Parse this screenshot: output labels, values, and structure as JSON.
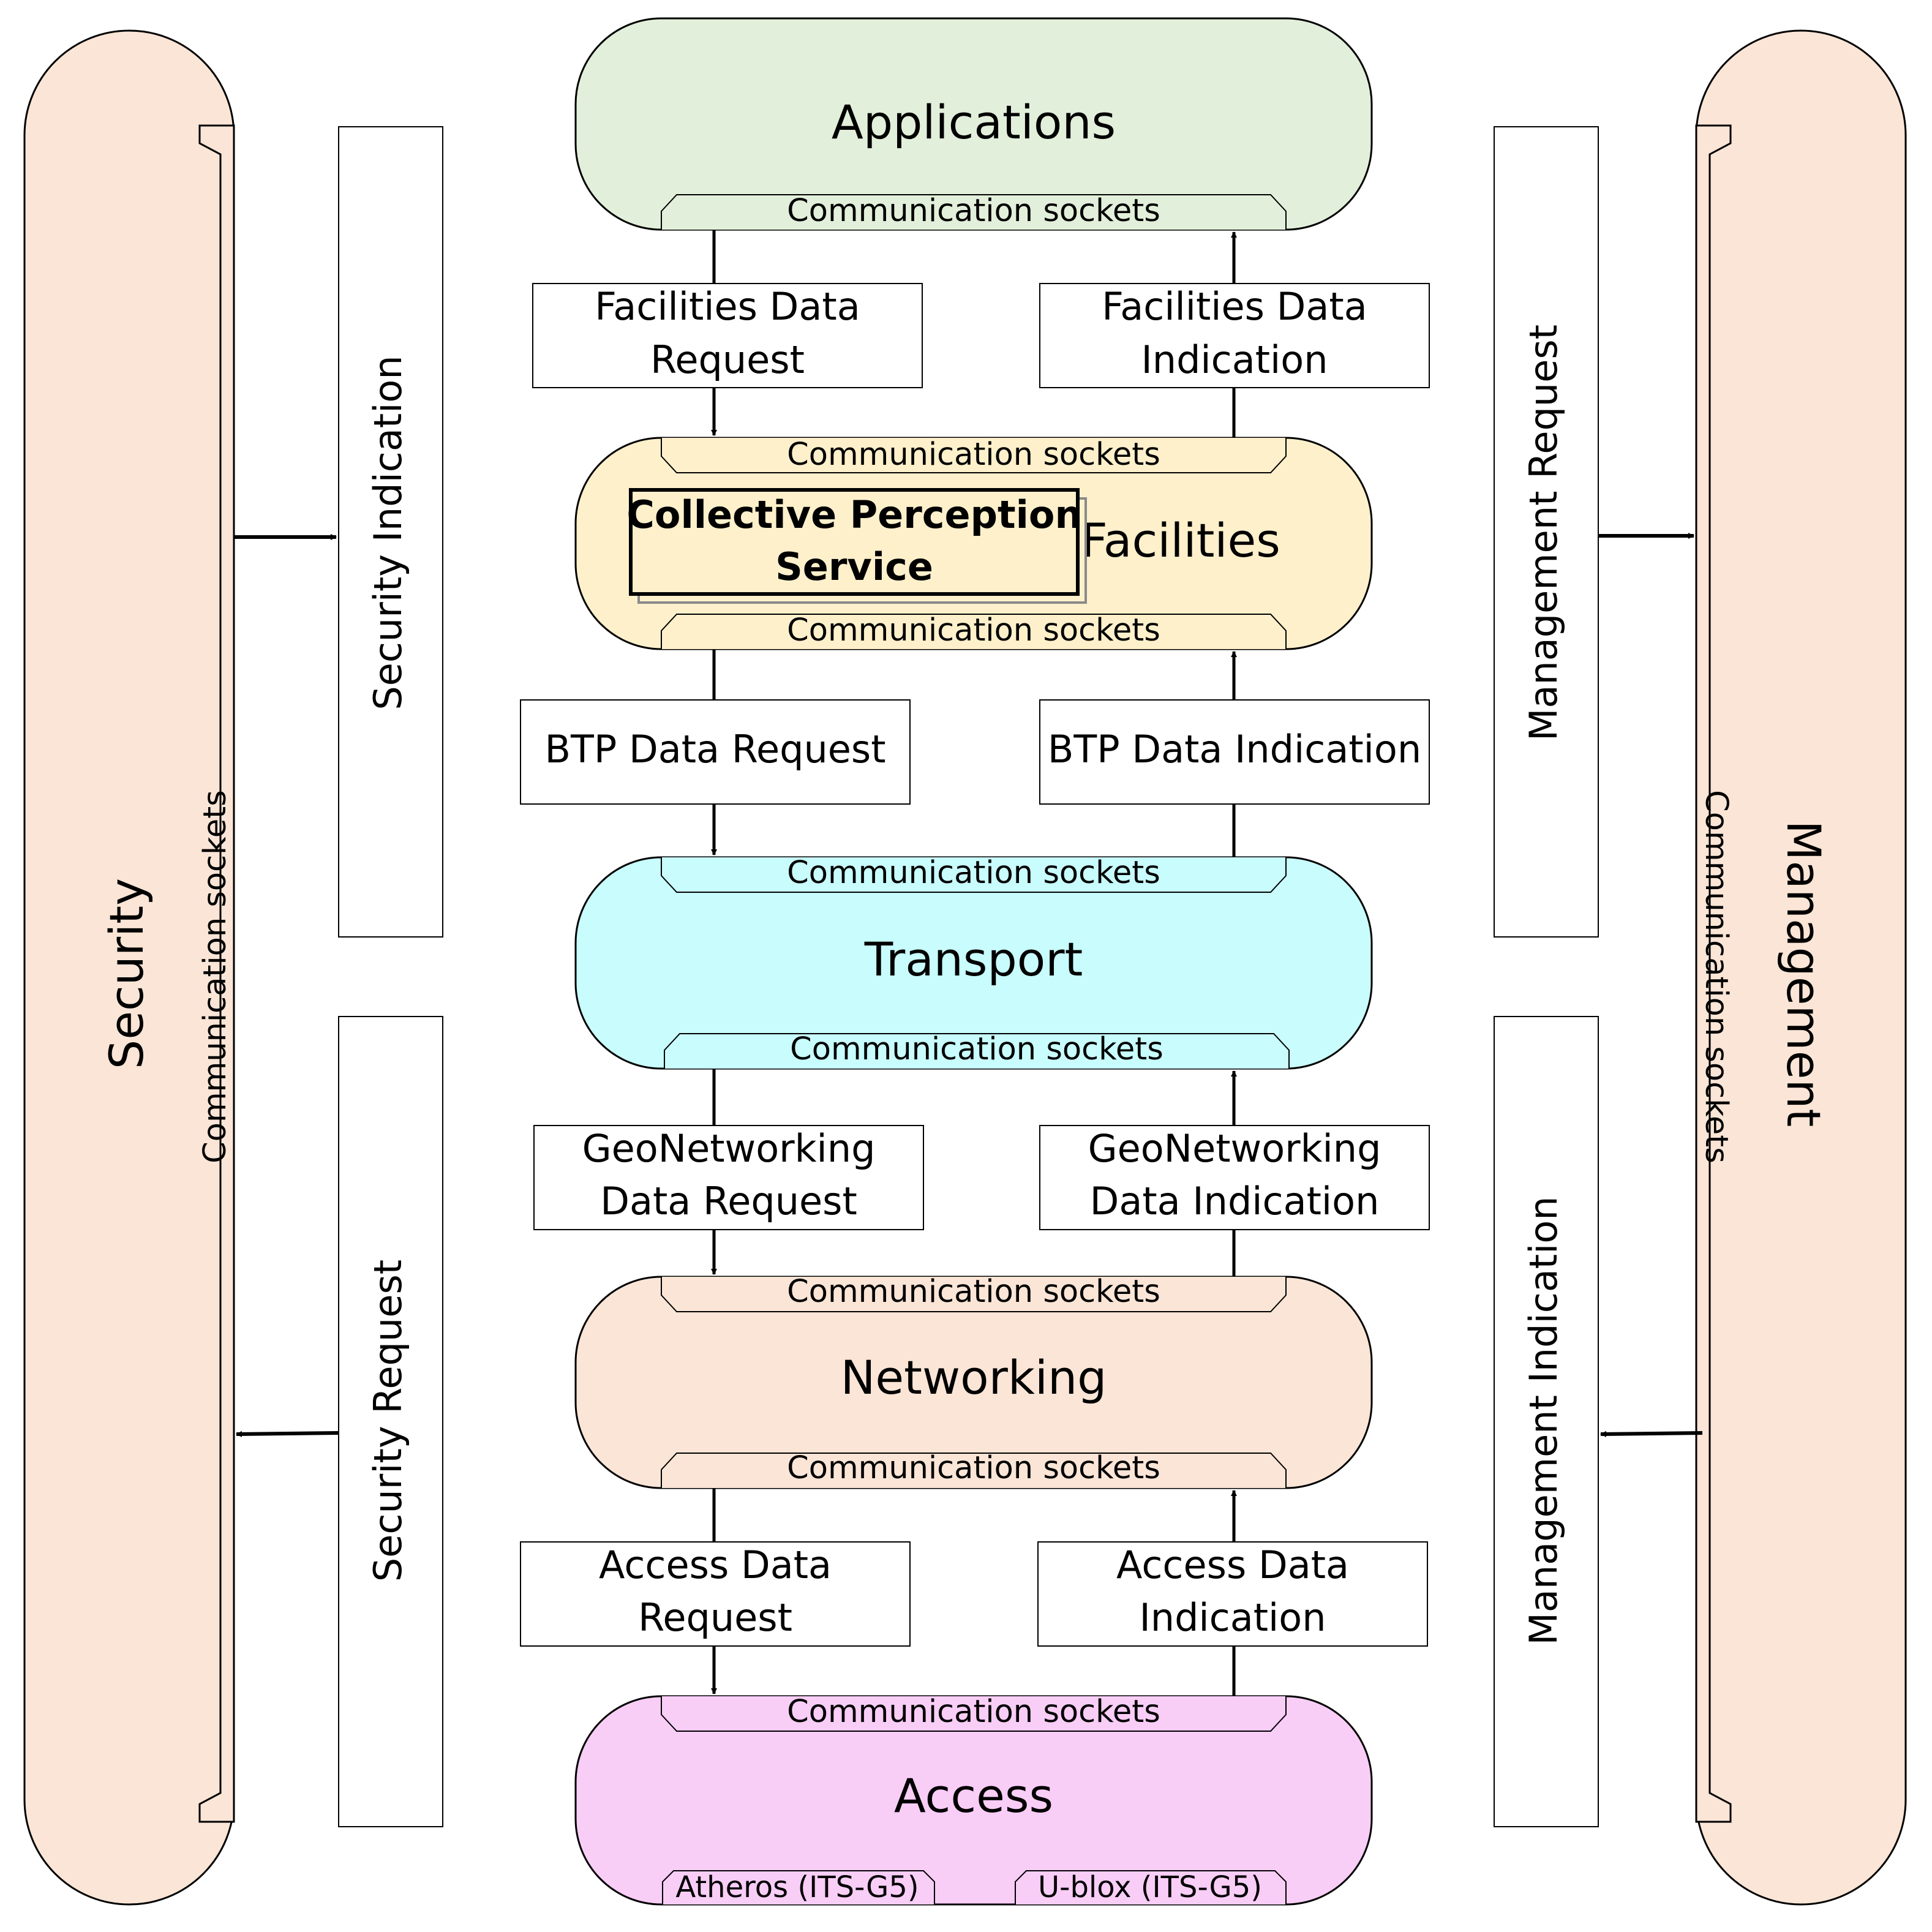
{
  "socket_label": "Communication sockets",
  "layers": {
    "applications": "Applications",
    "facilities": "Facilities",
    "transport": "Transport",
    "networking": "Networking",
    "access": "Access"
  },
  "cps": {
    "line1": "Collective Perception",
    "line2": "Service"
  },
  "flows": {
    "fac_req": [
      "Facilities Data",
      "Request"
    ],
    "fac_ind": [
      "Facilities Data",
      "Indication"
    ],
    "btp_req": "BTP Data Request",
    "btp_ind": "BTP Data Indication",
    "geo_req": [
      "GeoNetworking",
      "Data Request"
    ],
    "geo_ind": [
      "GeoNetworking",
      "Data Indication"
    ],
    "acc_req": [
      "Access Data",
      "Request"
    ],
    "acc_ind": [
      "Access Data",
      "Indication"
    ]
  },
  "side": {
    "security": "Security",
    "management": "Management",
    "security_indication": "Security Indication",
    "security_request": "Security Request",
    "management_request": "Management Request",
    "management_indication": "Management Indication"
  },
  "access_ifaces": [
    "Atheros (ITS-G5)",
    "U-blox (ITS-G5)"
  ],
  "colors": {
    "applications": "#e2efda",
    "facilities": "#fdf0cb",
    "transport": "#c8fcfd",
    "networking": "#fae5d6",
    "access": "#f8cdf6",
    "side": "#fae5d6"
  }
}
